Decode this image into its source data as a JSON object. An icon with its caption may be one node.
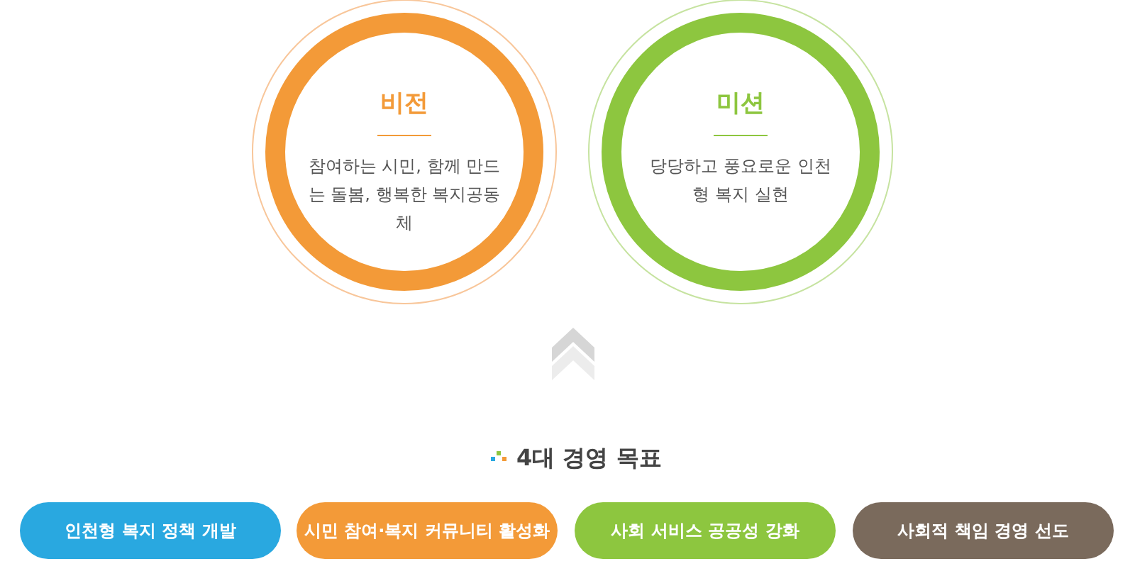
{
  "diagram": {
    "nodes": [
      {
        "text": [
          "비전",
          "참여하는 시민, 함께 만드는 돌봄, 행복한 복지공동체"
        ]
      },
      {
        "text": [
          "미션",
          "당당하고 풍요로운 인천형 복지 실현"
        ]
      },
      {
        "text": [
          "인천형 복지 정책 개발"
        ]
      },
      {
        "text": [
          "시민 참여·복지 커뮤니티 활성화"
        ]
      },
      {
        "text": [
          "사회 서비스 공공성 강화"
        ]
      },
      {
        "text": [
          "사회적 책임 경영 선도"
        ]
      }
    ],
    "labels": [
      "4대 경영 목표"
    ]
  }
}
